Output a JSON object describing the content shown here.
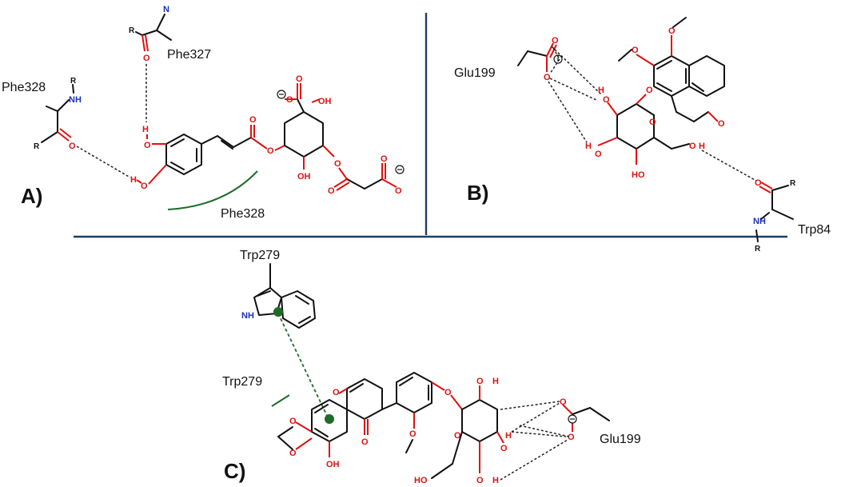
{
  "panels": {
    "a": {
      "label": "A)",
      "residues": {
        "phe328_top": "Phe328",
        "phe327": "Phe327",
        "phe328_hydrophobic": "Phe328"
      }
    },
    "b": {
      "label": "B)",
      "residues": {
        "glu199": "Glu199",
        "trp84": "Trp84"
      }
    },
    "c": {
      "label": "C)",
      "residues": {
        "trp279_top": "Trp279",
        "trp279_side": "Trp279",
        "glu199": "Glu199"
      }
    }
  },
  "atoms": {
    "o": "O",
    "oh": "OH",
    "ho": "HO",
    "h": "H",
    "n": "N",
    "nh": "NH",
    "r": "R"
  },
  "colors": {
    "oxygen": "#e01010",
    "nitrogen": "#1a2fbf",
    "pi_stack": "#1f6b2b",
    "divider": "#1c3f63"
  }
}
